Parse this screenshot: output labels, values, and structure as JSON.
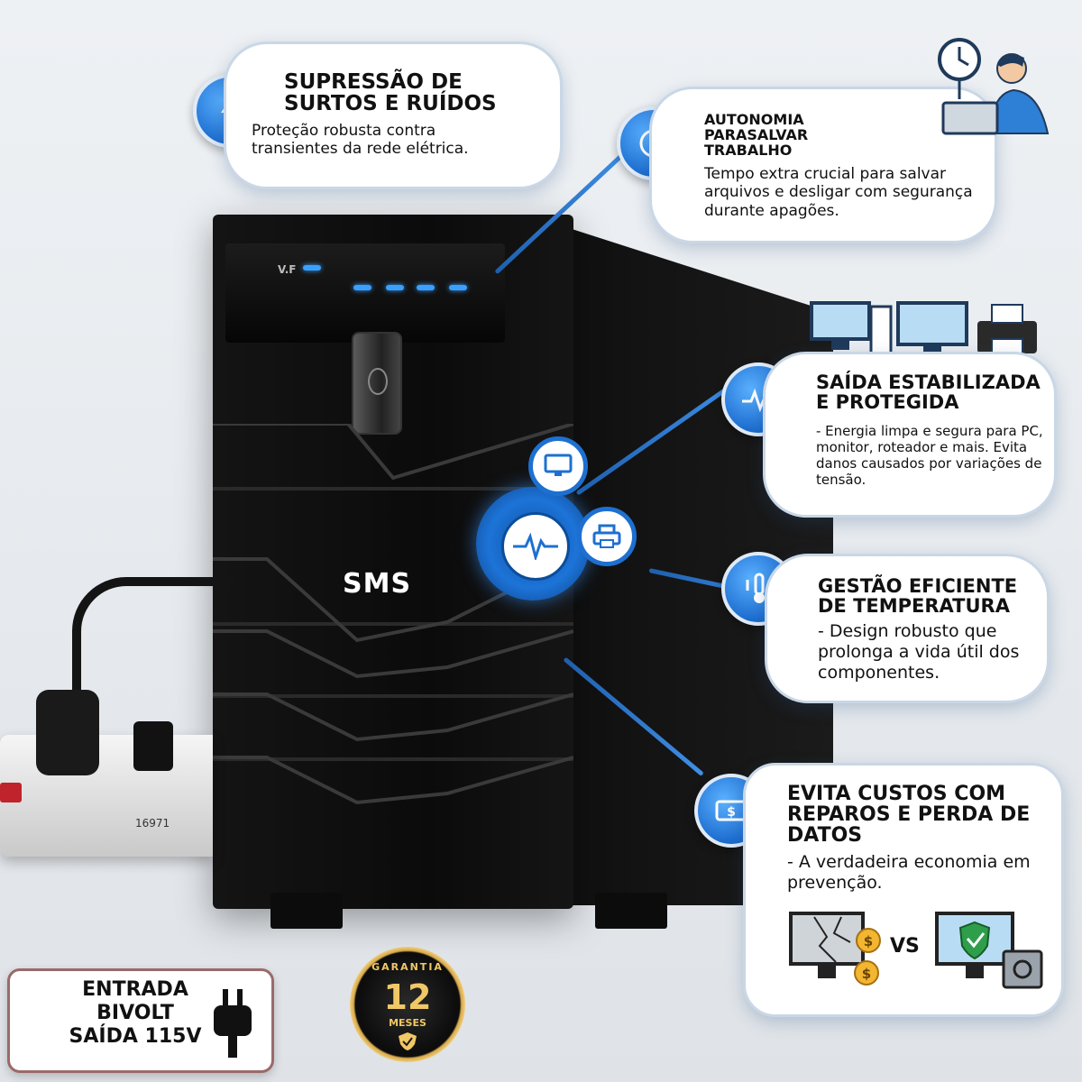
{
  "product": {
    "brand": "SMS",
    "panel_label": "V.F",
    "strip_label": "16971"
  },
  "callouts": {
    "surge": {
      "title": "SUPRESSÃO DE SURTOS E RUÍDOS",
      "text": "Proteção robusta contra transientes da rede elétrica."
    },
    "autonomy": {
      "title": "AUTONOMIA PARASALVAR TRABALHO",
      "text": "Tempo extra crucial para salvar arquivos e desligar com segurança durante apagões."
    },
    "output": {
      "title": "SAÍDA ESTABILIZADA E PROTEGIDA",
      "text": "- Energia limpa e segura para PC, monitor, roteador e mais. Evita danos causados por variações de tensão."
    },
    "temperature": {
      "title": "GESTÃO EFICIENTE DE TEMPERATURA",
      "text": "- Design robusto que prolonga a vida útil dos componentes."
    },
    "costs": {
      "title": "EVITA CUSTOS COM REPAROS E PERDA DE DATOS",
      "text": "- A verdadeira economia em prevenção.",
      "vs": "VS"
    }
  },
  "entrada": {
    "line1": "ENTRADA",
    "line2": "BIVOLT",
    "line3": "SAÍDA 115V"
  },
  "seal": {
    "top": "GARANTIA",
    "number": "12",
    "bottom": "MESES"
  },
  "colors": {
    "accent_blue": "#1c6ccf",
    "box_border": "#c9d7e6",
    "seal_gold": "#f1c866"
  },
  "icons": [
    "surge-icon",
    "clock-icon",
    "worker-laptop-icon",
    "pulse-icon",
    "computers-printer-icon",
    "thermometer-icon",
    "money-icon",
    "broken-monitor-icon",
    "protected-monitor-icon",
    "safe-icon",
    "plug-icon",
    "monitor-icon",
    "printer-icon",
    "heartbeat-icon"
  ]
}
